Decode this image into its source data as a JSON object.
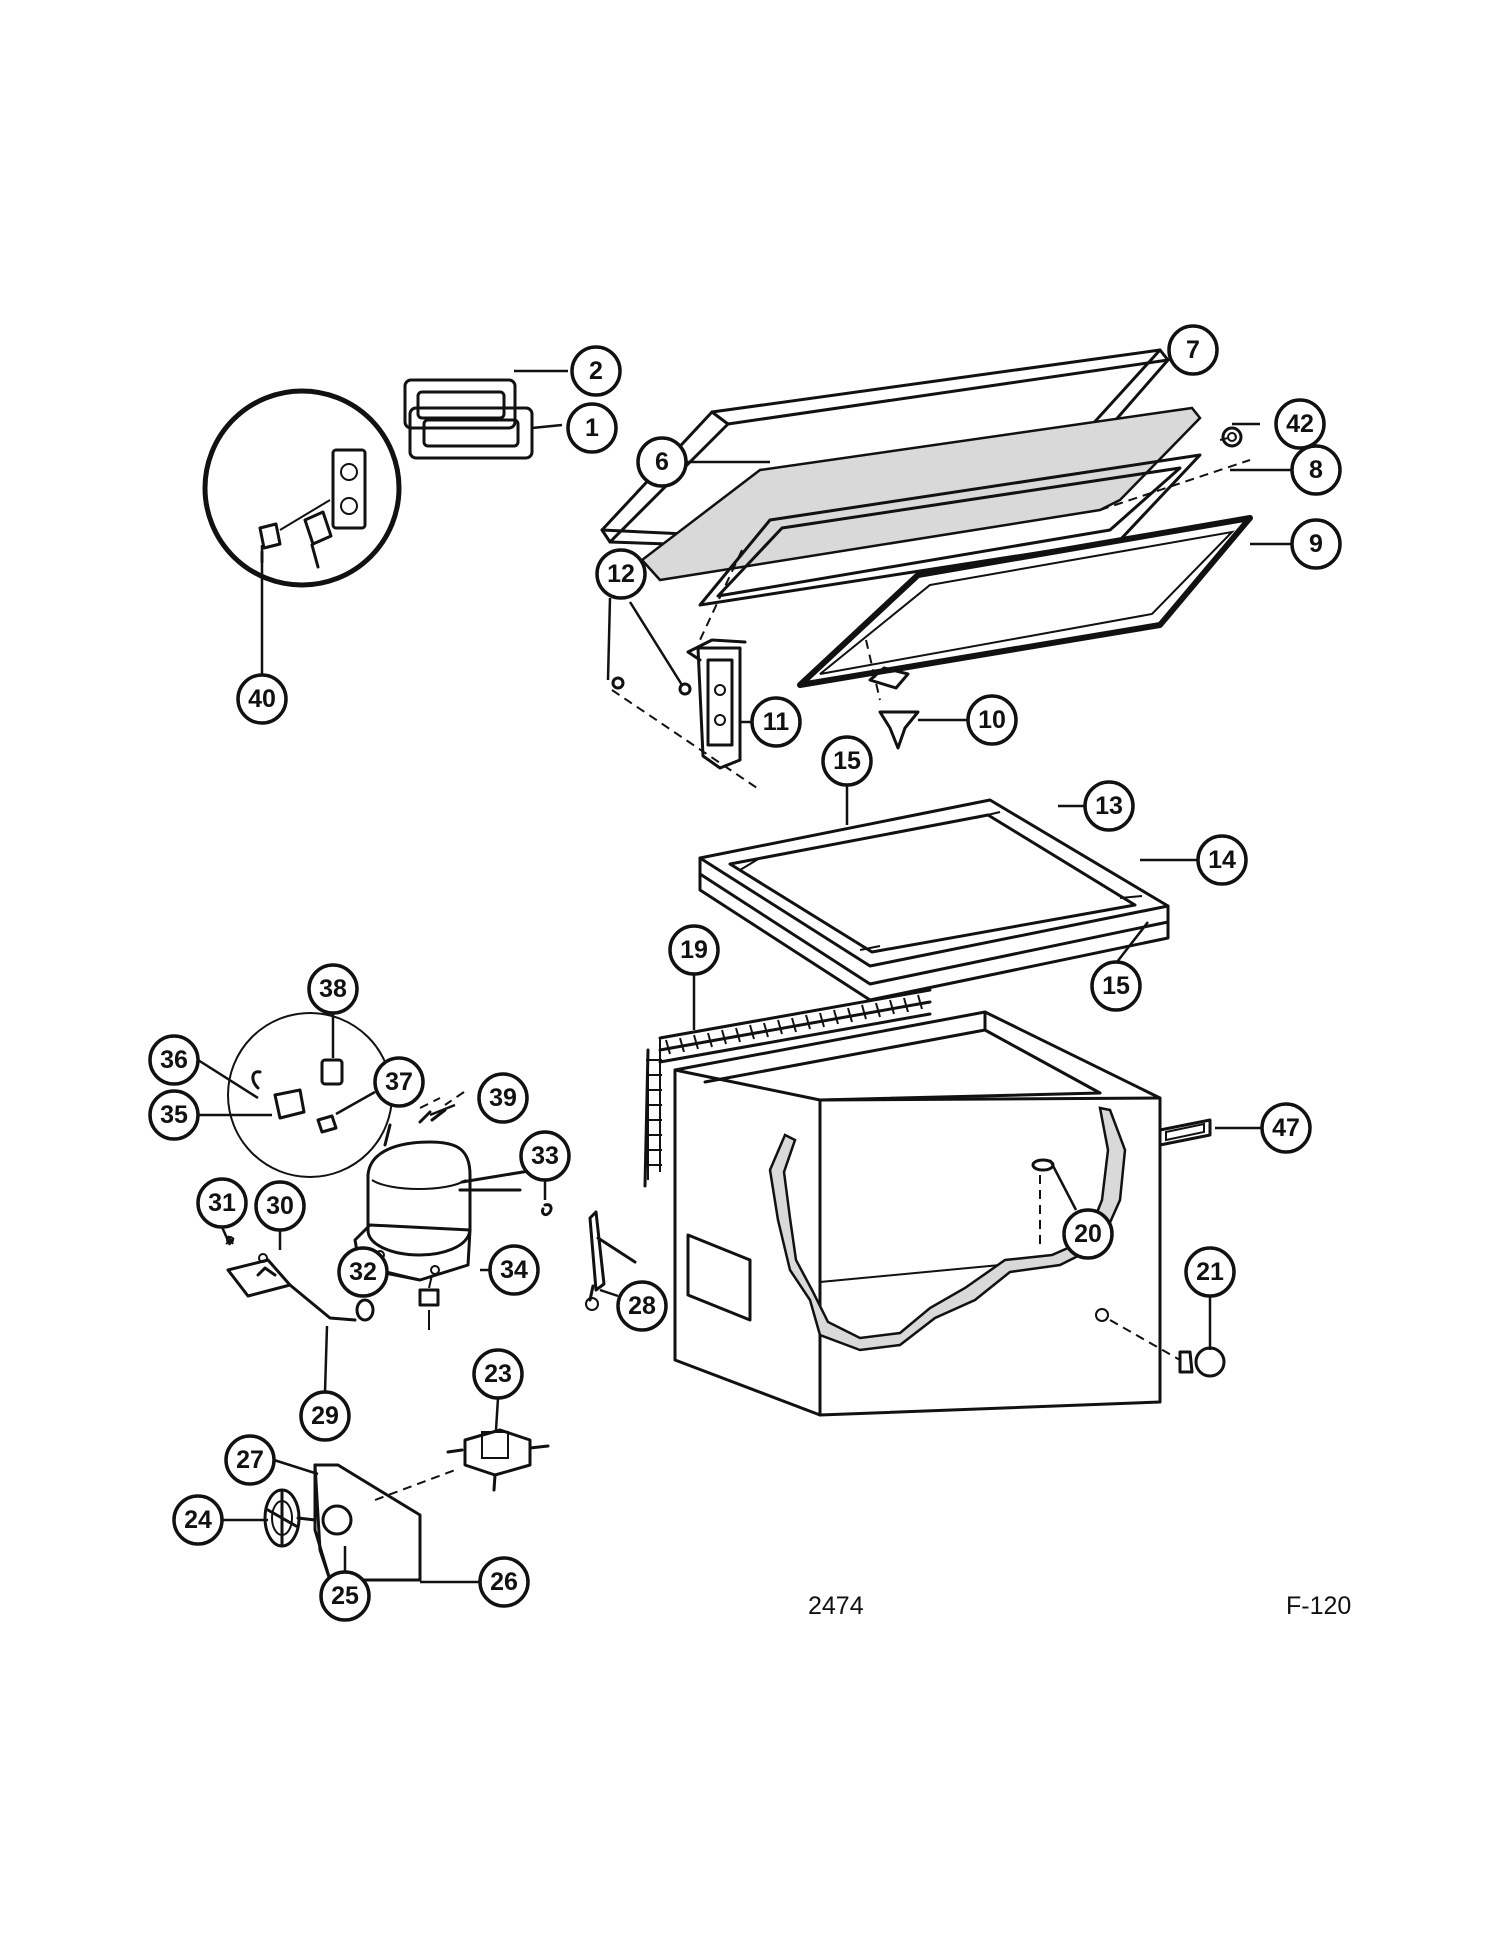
{
  "diagram": {
    "drawing_number": "2474",
    "figure_code": "F-120",
    "callouts": [
      {
        "id": "c1",
        "label": "1"
      },
      {
        "id": "c2",
        "label": "2"
      },
      {
        "id": "c6",
        "label": "6"
      },
      {
        "id": "c7",
        "label": "7"
      },
      {
        "id": "c8",
        "label": "8"
      },
      {
        "id": "c9",
        "label": "9"
      },
      {
        "id": "c10",
        "label": "10"
      },
      {
        "id": "c11",
        "label": "11"
      },
      {
        "id": "c12",
        "label": "12"
      },
      {
        "id": "c13",
        "label": "13"
      },
      {
        "id": "c14",
        "label": "14"
      },
      {
        "id": "c15a",
        "label": "15"
      },
      {
        "id": "c15b",
        "label": "15"
      },
      {
        "id": "c19",
        "label": "19"
      },
      {
        "id": "c20",
        "label": "20"
      },
      {
        "id": "c21",
        "label": "21"
      },
      {
        "id": "c23",
        "label": "23"
      },
      {
        "id": "c24",
        "label": "24"
      },
      {
        "id": "c25",
        "label": "25"
      },
      {
        "id": "c26",
        "label": "26"
      },
      {
        "id": "c27",
        "label": "27"
      },
      {
        "id": "c28",
        "label": "28"
      },
      {
        "id": "c29",
        "label": "29"
      },
      {
        "id": "c30",
        "label": "30"
      },
      {
        "id": "c31",
        "label": "31"
      },
      {
        "id": "c32",
        "label": "32"
      },
      {
        "id": "c33",
        "label": "33"
      },
      {
        "id": "c34",
        "label": "34"
      },
      {
        "id": "c35",
        "label": "35"
      },
      {
        "id": "c36",
        "label": "36"
      },
      {
        "id": "c37",
        "label": "37"
      },
      {
        "id": "c38",
        "label": "38"
      },
      {
        "id": "c39",
        "label": "39"
      },
      {
        "id": "c40",
        "label": "40"
      },
      {
        "id": "c42",
        "label": "42"
      },
      {
        "id": "c47",
        "label": "47"
      }
    ]
  }
}
